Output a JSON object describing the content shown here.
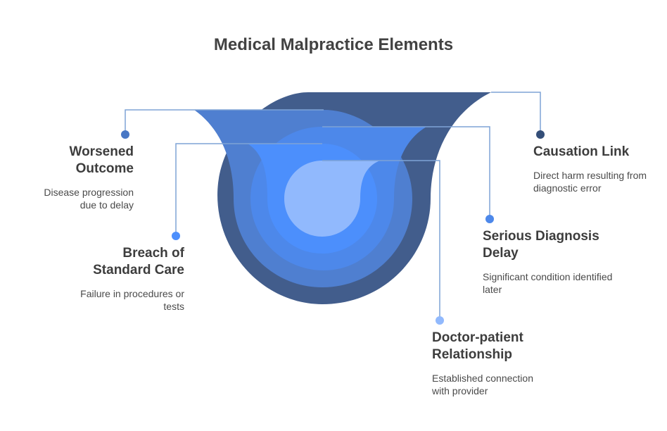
{
  "title": "Medical Malpractice Elements",
  "colors": {
    "outer_ring": "#425d8c",
    "ring_2": "#4f7fd0",
    "ring_3": "#4d88ea",
    "ring_4": "#4c8ffc",
    "center": "#91b9fd",
    "leader_line": "#7ea3d6"
  },
  "elements": [
    {
      "heading": "Causation Link",
      "description": "Direct harm resulting from diagnostic error",
      "dot_color": "#344e78"
    },
    {
      "heading": "Worsened Outcome",
      "description": "Disease progression due to delay",
      "dot_color": "#4877c5"
    },
    {
      "heading": "Serious Diagnosis Delay",
      "description": "Significant condition identified later",
      "dot_color": "#4d88ea"
    },
    {
      "heading": "Breach of Standard Care",
      "description": "Failure in procedures or tests",
      "dot_color": "#4c8ffc"
    },
    {
      "heading": "Doctor-patient Relationship",
      "description": "Established connection with provider",
      "dot_color": "#91b9fd"
    }
  ]
}
